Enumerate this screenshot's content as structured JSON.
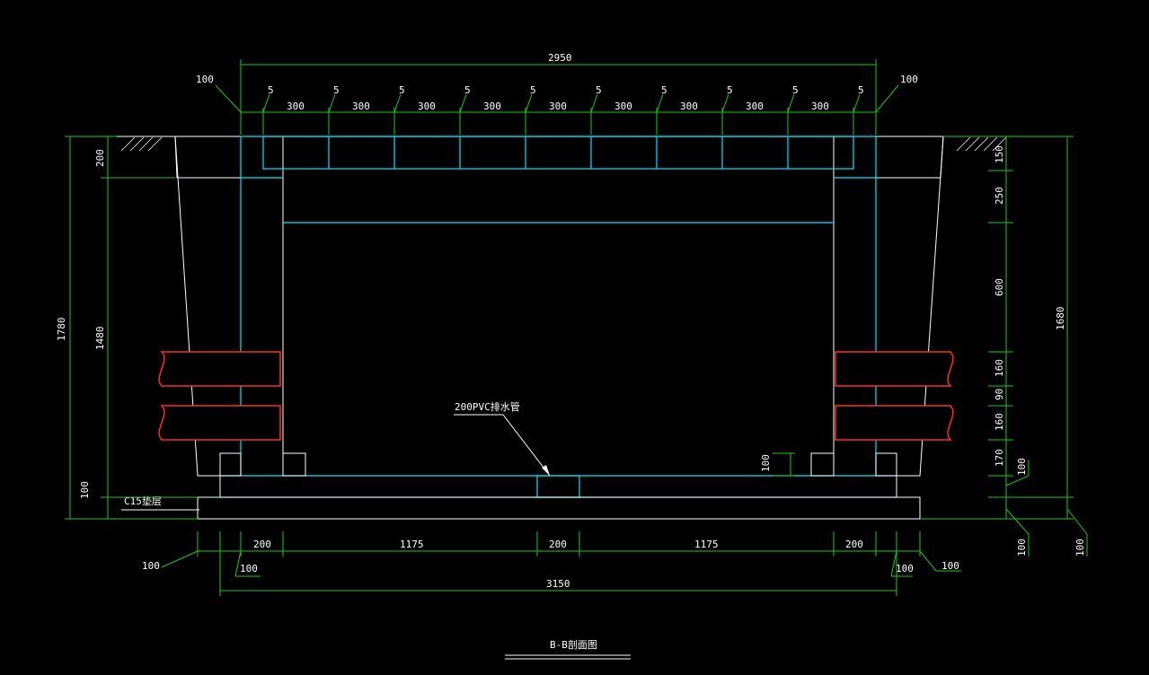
{
  "drawing": {
    "title": "B-B剖面图",
    "leader_labels": {
      "drain_pipe": "200PVC排水管",
      "cushion": "C15垫层"
    },
    "dimensions": {
      "top_total": "2950",
      "top_left_edge": "100",
      "top_right_edge": "100",
      "top_gap": "5",
      "top_cell": "300",
      "bottom_total": "3150",
      "bottom_segments": [
        "200",
        "1175",
        "200",
        "1175",
        "200"
      ],
      "bottom_left_outer": "100",
      "bottom_left_inner": "100",
      "bottom_right_inner": "100",
      "bottom_right_outer": "100",
      "left_total": "1780",
      "left_top": "200",
      "left_mid": "1480",
      "left_bottom": "100",
      "right_total": "1680",
      "right_segments": [
        "150",
        "250",
        "600",
        "160",
        "90",
        "160",
        "170"
      ],
      "right_bottom_inner": "100",
      "right_bottom_outer": "100",
      "inner_step": "100"
    },
    "colors": {
      "dimension": "#1ec81e",
      "structure": "#ffffff",
      "cover": "#00e5ff",
      "pipe": "#ff2a2a",
      "background": "#000000"
    }
  }
}
